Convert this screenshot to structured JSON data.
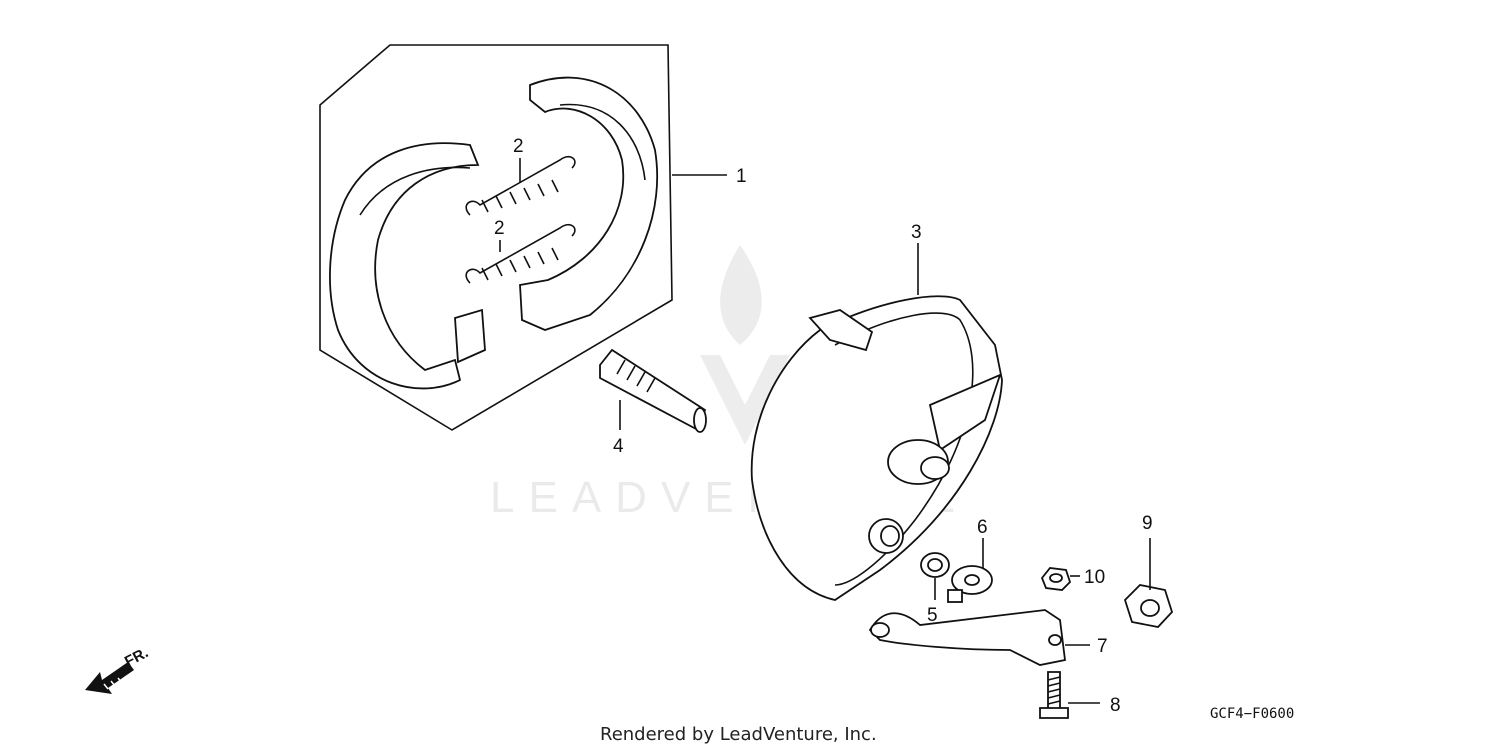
{
  "callouts": [
    "1",
    "2",
    "2",
    "3",
    "4",
    "5",
    "6",
    "7",
    "8",
    "9",
    "10"
  ],
  "front_indicator": "FR.",
  "diagram_code": "GCF4−F0600",
  "footer": "Rendered by LeadVenture, Inc.",
  "watermark": "LEADVENTURE",
  "icons": {
    "front": "arrow-left-down-icon",
    "watermark_logo": "flame-v-logo"
  }
}
